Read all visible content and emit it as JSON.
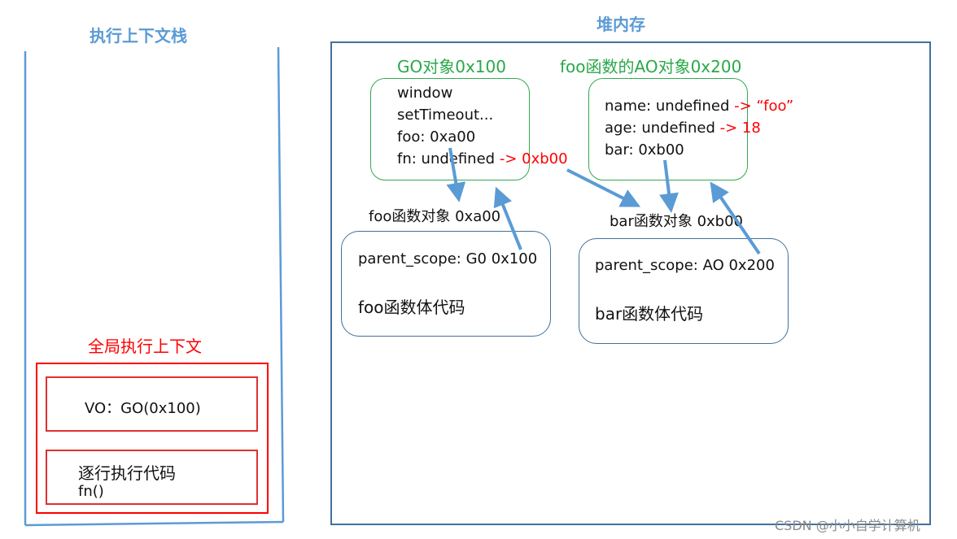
{
  "stack": {
    "title": "执行上下文栈",
    "global_context": {
      "title": "全局执行上下文",
      "vo": "VO：GO(0x100)",
      "exec_line1": "逐行执行代码",
      "exec_line2": "fn()"
    }
  },
  "heap": {
    "title": "堆内存",
    "go_object": {
      "title": "GO对象0x100",
      "lines": [
        {
          "text": "window",
          "suffix": ""
        },
        {
          "text": "setTimeout...",
          "suffix": ""
        },
        {
          "text": "foo: 0xa00",
          "suffix": ""
        },
        {
          "text": "fn: undefined ",
          "suffix": "-> 0xb00"
        }
      ]
    },
    "foo_ao_object": {
      "title": "foo函数的AO对象0x200",
      "lines": [
        {
          "text": "name: undefined ",
          "suffix": "-> “foo”"
        },
        {
          "text": "age: undefined ",
          "suffix": "-> 18"
        },
        {
          "text": "bar: 0xb00",
          "suffix": ""
        }
      ]
    },
    "foo_function": {
      "label": "foo函数对象 0xa00",
      "parent_scope": "parent_scope: G0 0x100",
      "code": "foo函数体代码"
    },
    "bar_function": {
      "label": "bar函数对象 0xb00",
      "parent_scope": "parent_scope: AO 0x200",
      "code": "bar函数体代码"
    }
  },
  "watermark": "CSDN @小小自学计算机",
  "colors": {
    "title_blue": "#5b9bd5",
    "frame_blue": "#41719c",
    "arrow_blue": "#5b9bd5",
    "green": "#2aa84a",
    "red": "#ff0000"
  }
}
